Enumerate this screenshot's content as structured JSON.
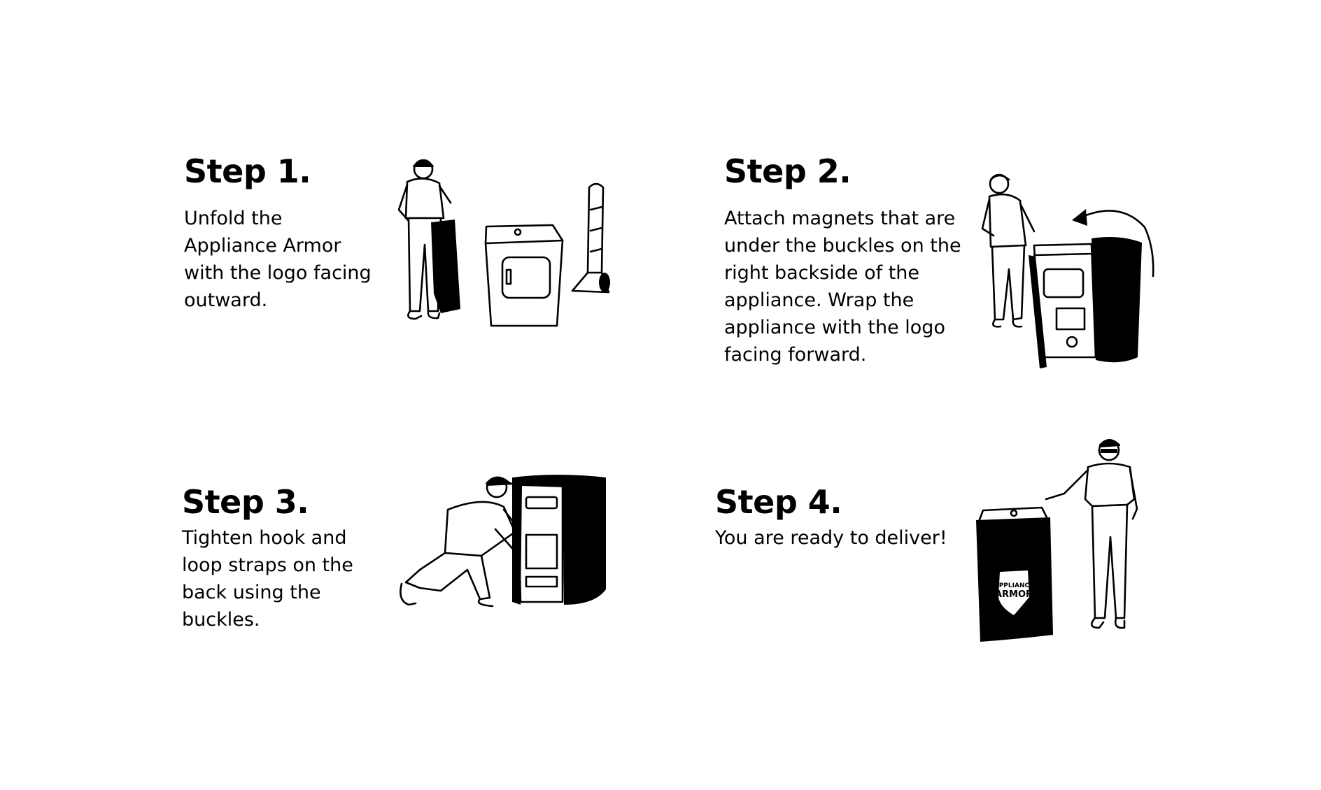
{
  "steps": [
    {
      "title": "Step 1.",
      "text": "Unfold the Appliance Armor with the logo facing outward."
    },
    {
      "title": "Step 2.",
      "text": "Attach magnets that are under the buckles on the right backside of the appliance. Wrap the appliance with the logo facing forward."
    },
    {
      "title": "Step 3.",
      "text": "Tighten hook and loop straps on the back using the buckles."
    },
    {
      "title": "Step 4.",
      "text": "You are ready to deliver!"
    }
  ],
  "logo": {
    "line1": "APPLIANCE",
    "line2": "ARMOR"
  }
}
